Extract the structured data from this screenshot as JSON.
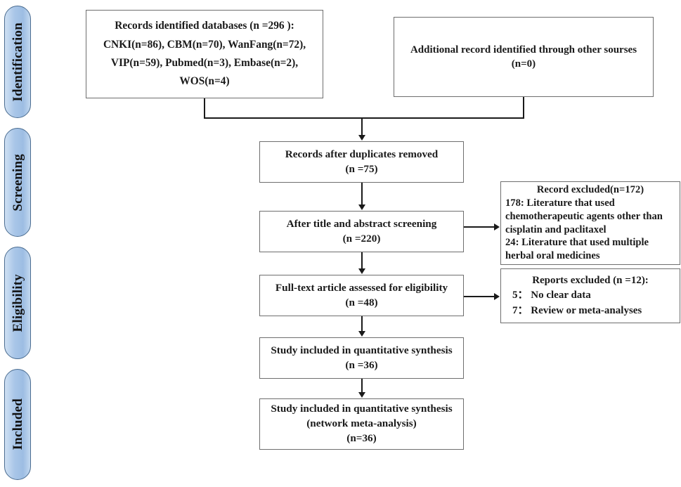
{
  "diagram": {
    "title": "PRISMA study selection flow diagram",
    "accent_pill_fill": "#a9c6e8",
    "accent_pill_border": "#4a6c90",
    "box_border": "#6e6e6e",
    "connector_color": "#1a1a1a"
  },
  "stages": [
    {
      "id": "identification",
      "label": "Identification"
    },
    {
      "id": "screening",
      "label": "Screening"
    },
    {
      "id": "eligibility",
      "label": "Eligibility"
    },
    {
      "id": "included",
      "label": "Included"
    }
  ],
  "boxes": {
    "identified": {
      "lines": [
        "Records identified databases (n =296 ):",
        "CNKI(n=86), CBM(n=70), WanFang(n=72),",
        "VIP(n=59), Pubmed(n=3), Embase(n=2),",
        "WOS(n=4)"
      ]
    },
    "additional": {
      "lines": [
        "Additional record identified through other sourses",
        "(n=0)"
      ]
    },
    "duplicates_removed": {
      "lines": [
        "Records after duplicates removed",
        "(n =75)"
      ]
    },
    "title_abstract_screening": {
      "lines": [
        "After title and abstract screening",
        "(n =220)"
      ]
    },
    "fulltext_eligibility": {
      "lines": [
        "Full-text article assessed for eligibility",
        "(n =48)"
      ]
    },
    "quantitative_synthesis": {
      "lines": [
        "Study included in quantitative synthesis",
        "(n =36)"
      ]
    },
    "network_meta_analysis": {
      "lines": [
        "Study included in quantitative synthesis",
        "(network meta-analysis)",
        "(n=36)"
      ]
    },
    "excluded_screening": {
      "heading": "Record excluded(n=172)",
      "lines": [
        "178: Literature that used chemotherapeutic agents other than cisplatin and paclitaxel",
        "  24: Literature that used multiple herbal oral medicines"
      ]
    },
    "excluded_fulltext": {
      "heading": "Reports excluded (n =12):",
      "lines": [
        "5： No clear data",
        "7： Review or meta-analyses"
      ]
    }
  }
}
